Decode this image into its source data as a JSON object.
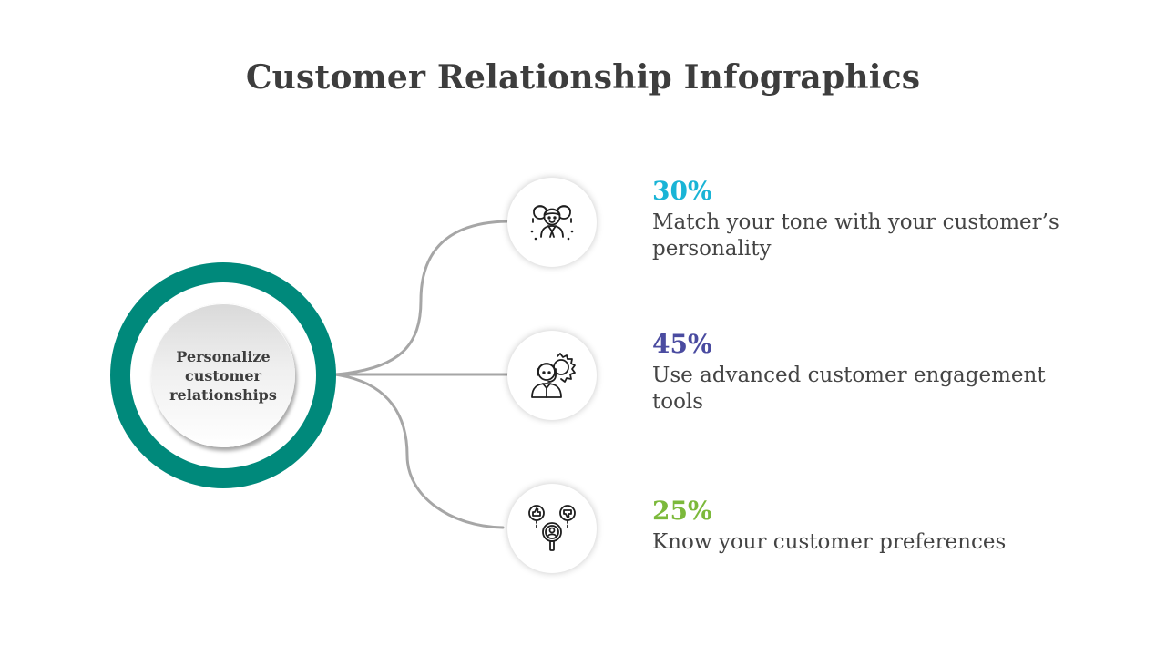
{
  "title": "Customer Relationship Infographics",
  "hub": {
    "label": "Personalize customer relationships",
    "ring_color": "#00897b"
  },
  "items": [
    {
      "percent": "30%",
      "description": "Match your tone with your customer’s personality",
      "color": "#1ab4d6",
      "icon": "customer-team-icon"
    },
    {
      "percent": "45%",
      "description": "Use advanced customer engagement tools",
      "color": "#4a4ba0",
      "icon": "agent-gear-icon"
    },
    {
      "percent": "25%",
      "description": "Know your customer preferences",
      "color": "#7cb93b",
      "icon": "customer-feedback-search-icon"
    }
  ]
}
